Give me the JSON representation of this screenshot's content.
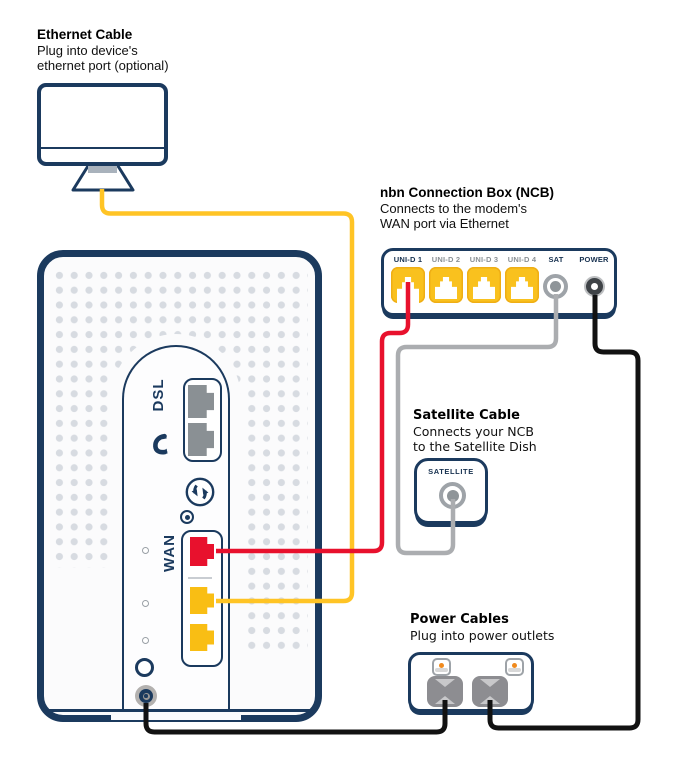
{
  "colors": {
    "navy": "#1B3A5E",
    "cable_yellow": "#FFC425",
    "cable_red": "#E8112D",
    "cable_gray": "#ABADB0",
    "cable_black": "#121212",
    "port_yellow": "#F9C11E",
    "port_gray": "#8A9094",
    "switch_orange": "#F08A1D"
  },
  "ethernet_note": {
    "title": "Ethernet Cable",
    "line1": "Plug into device's",
    "line2": "ethernet port (optional)"
  },
  "ncb_note": {
    "title": "nbn Connection Box (NCB)",
    "line1": "Connects to the modem's",
    "line2": "WAN port via Ethernet"
  },
  "satellite_note": {
    "title": "Satellite Cable",
    "line1": "Connects your NCB",
    "line2": "to the Satellite Dish"
  },
  "power_note": {
    "title": "Power Cables",
    "line1": "Plug into power outlets"
  },
  "ncb": {
    "port_labels": [
      {
        "text": "UNI-D 1"
      },
      {
        "text": "UNI-D 2"
      },
      {
        "text": "UNI-D 3"
      },
      {
        "text": "UNI-D 4"
      }
    ],
    "sat_label": "SAT",
    "power_label": "POWER"
  },
  "modem": {
    "dsl_label": "DSL",
    "wan_label": "WAN"
  },
  "satellite_box": {
    "label": "SATELLITE"
  }
}
